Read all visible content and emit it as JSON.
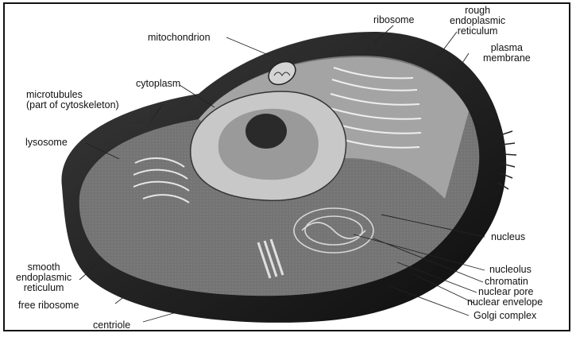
{
  "labels": {
    "mitochondrion": "mitochondrion",
    "ribosome": "ribosome",
    "rough_er": "rough\nendoplasmic\nreticulum",
    "plasma_membrane": "plasma\nmembrane",
    "cytoplasm": "cytoplasm",
    "microtubules": "microtubules\n(part of cytoskeleton)",
    "lysosome": "lysosome",
    "nucleus": "nucleus",
    "nucleolus": "nucleolus",
    "chromatin": "chromatin",
    "nuclear_pore": "nuclear pore",
    "nuclear_envelope": "nuclear envelope",
    "golgi_complex": "Golgi complex",
    "smooth_er": "smooth\nendoplasmic\nreticulum",
    "free_ribosome": "free ribosome",
    "centriole": "centriole"
  }
}
